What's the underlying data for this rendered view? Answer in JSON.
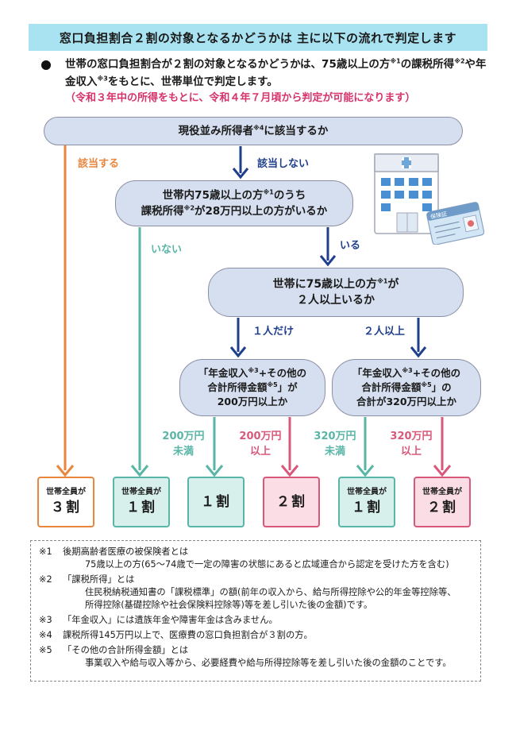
{
  "header": {
    "title": "窓口負担割合２割の対象となるかどうかは 主に以下の流れで判定します"
  },
  "intro": {
    "text_before_1": "世帯の窓口負担割合が２割の対象となるかどうかは、75歳以上の方",
    "sup1": "※1",
    "text_mid_1": "の課税所得",
    "sup2": "※2",
    "text_mid_2": "や年金収入",
    "sup3": "※3",
    "text_after": "をもとに、世帯単位で判定します。",
    "note": "（令和３年中の所得をもとに、令和４年７月頃から判定が可能になります）"
  },
  "flow": {
    "q1": {
      "text": "現役並み所得者",
      "sup": "※4",
      "text2": "に該当するか"
    },
    "q1_yes": "該当する",
    "q1_no": "該当しない",
    "q2": {
      "line1a": "世帯内75歳以上の方",
      "sup1": "※1",
      "line1b": "のうち",
      "line2a": "課税所得",
      "sup2": "※2",
      "line2b": "が28万円以上の方がいるか"
    },
    "q2_no": "いない",
    "q2_yes": "いる",
    "q3": {
      "line1a": "世帯に75歳以上の方",
      "sup": "※1",
      "line1b": "が",
      "line2": "２人以上いるか"
    },
    "q3_one": "１人だけ",
    "q3_two": "２人以上",
    "q4": {
      "line1a": "「年金収入",
      "sup1": "※3",
      "line1b": "+その他の",
      "line2a": "合計所得金額",
      "sup2": "※5",
      "line2b": "」が",
      "line3": "200万円以上か"
    },
    "q5": {
      "line1a": "「年金収入",
      "sup1": "※3",
      "line1b": "+その他の",
      "line2a": "合計所得金額",
      "sup2": "※5",
      "line2b": "」の",
      "line3": "合計が320万円以上か"
    },
    "q4_less": [
      "200万円",
      "未満"
    ],
    "q4_more": [
      "200万円",
      "以上"
    ],
    "q5_less": [
      "320万円",
      "未満"
    ],
    "q5_more": [
      "320万円",
      "以上"
    ]
  },
  "results": [
    {
      "small": "世帯全員が",
      "big": "３割"
    },
    {
      "small": "世帯全員が",
      "big": "１割"
    },
    {
      "small": "",
      "big": "１割"
    },
    {
      "small": "",
      "big": "２割"
    },
    {
      "small": "世帯全員が",
      "big": "１割"
    },
    {
      "small": "世帯全員が",
      "big": "２割"
    }
  ],
  "illustration": {
    "card_label": "保険証"
  },
  "notes": [
    {
      "mark": "※1",
      "title": "後期高齢者医療の被保険者とは",
      "body": [
        "75歳以上の方(65～74歳で一定の障害の状態にあると広域連合から認定を受けた方を含む)"
      ]
    },
    {
      "mark": "※2",
      "title": "「課税所得」とは",
      "body": [
        "住民税納税通知書の「課税標準」の額(前年の収入から、給与所得控除や公的年金等控除等、",
        "所得控除(基礎控除や社会保険料控除等)等を差し引いた後の金額)です。"
      ]
    },
    {
      "mark": "※3",
      "title": "「年金収入」には遺族年金や障害年金は含みません。",
      "body": []
    },
    {
      "mark": "※4",
      "title": "課税所得145万円以上で、医療費の窓口負担割合が３割の方。",
      "body": []
    },
    {
      "mark": "※5",
      "title": "「その他の合計所得金額」とは",
      "body": [
        "事業収入や給与収入等から、必要経費や給与所得控除等を差し引いた後の金額のことです。"
      ]
    }
  ],
  "colors": {
    "orange": "#e9853c",
    "teal": "#59b5a6",
    "red": "#d8587a",
    "navy": "#1f3f8c",
    "header": "#a9e3f1",
    "node": "#d6dff0"
  }
}
